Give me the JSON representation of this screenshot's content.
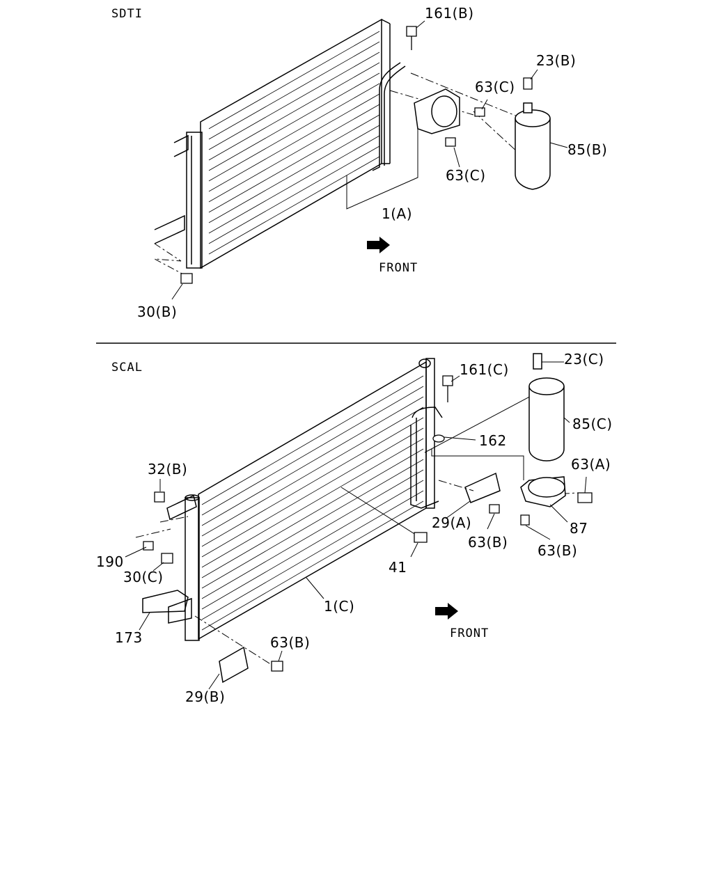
{
  "sections": {
    "top": {
      "title": "SDTI",
      "front": "FRONT"
    },
    "bottom": {
      "title": "SCAL",
      "front": "FRONT"
    }
  },
  "labels": {
    "p161b": "161(B)",
    "p23b": "23(B)",
    "p63c_1": "63(C)",
    "p85b": "85(B)",
    "p63c_2": "63(C)",
    "p1a": "1(A)",
    "p30b": "30(B)",
    "p161c": "161(C)",
    "p23c": "23(C)",
    "p85c": "85(C)",
    "p162": "162",
    "p63a": "63(A)",
    "p32b": "32(B)",
    "p87": "87",
    "p29a": "29(A)",
    "p63b_1": "63(B)",
    "p63b_2": "63(B)",
    "p190": "190",
    "p30c": "30(C)",
    "p41": "41",
    "p1c": "1(C)",
    "p173": "173",
    "p63b_3": "63(B)",
    "p29b": "29(B)"
  }
}
